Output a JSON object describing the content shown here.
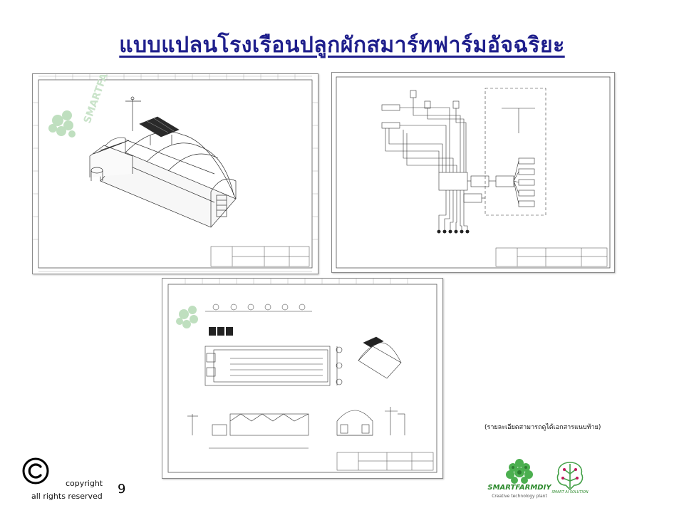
{
  "slide": {
    "title": "แบบแปลนโรงเรือนปลูกผักสมาร์ทฟาร์มอัจฉริยะ",
    "note": "(รายละเอียดสามารถดูได้เอกสารแนบท้าย)",
    "copyright_label": "copyright",
    "rights_label": "all rights reserved",
    "page_number": "9"
  },
  "logos": {
    "smartfarm_name": "SMARTFARMDIY",
    "smartfarm_tagline": "Creative technology plant",
    "ai_solution_name": "SMART AI SOLUTION"
  },
  "drawing_watermark": "SMARTFARMDIY",
  "colors": {
    "title": "#1f1f8c",
    "logo_green": "#2c8a2c",
    "watermark_green": "#b9dcb9"
  }
}
